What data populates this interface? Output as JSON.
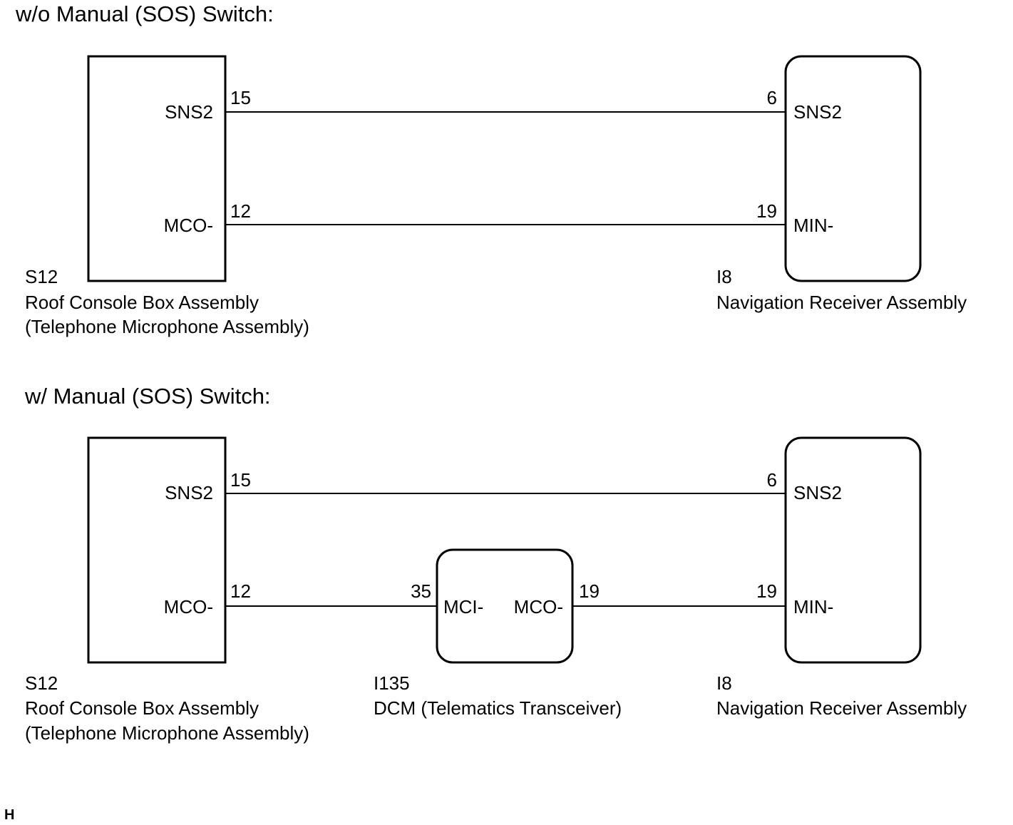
{
  "sections": [
    {
      "heading": "w/o Manual (SOS) Switch:",
      "left_unit": {
        "code": "S12",
        "name": "Roof Console Box Assembly",
        "subname": "(Telephone Microphone Assembly)",
        "pins": [
          {
            "label": "SNS2",
            "number": "15"
          },
          {
            "label": "MCO-",
            "number": "12"
          }
        ]
      },
      "right_unit": {
        "code": "I8",
        "name": "Navigation Receiver Assembly",
        "pins": [
          {
            "label": "SNS2",
            "number": "6"
          },
          {
            "label": "MIN-",
            "number": "19"
          }
        ]
      }
    },
    {
      "heading": "w/ Manual (SOS) Switch:",
      "left_unit": {
        "code": "S12",
        "name": "Roof Console Box Assembly",
        "subname": "(Telephone Microphone Assembly)",
        "pins": [
          {
            "label": "SNS2",
            "number": "15"
          },
          {
            "label": "MCO-",
            "number": "12"
          }
        ]
      },
      "middle_unit": {
        "code": "I135",
        "name": "DCM (Telematics Transceiver)",
        "pins": [
          {
            "label": "MCI-",
            "number": "35"
          },
          {
            "label": "MCO-",
            "number": "19"
          }
        ]
      },
      "right_unit": {
        "code": "I8",
        "name": "Navigation Receiver Assembly",
        "pins": [
          {
            "label": "SNS2",
            "number": "6"
          },
          {
            "label": "MIN-",
            "number": "19"
          }
        ]
      }
    }
  ],
  "corner_mark": "H"
}
